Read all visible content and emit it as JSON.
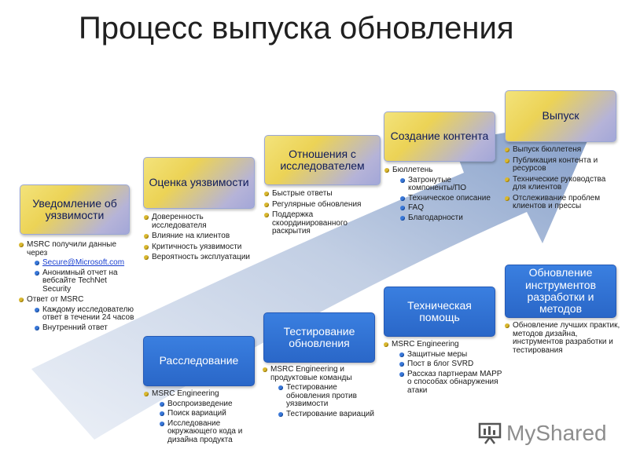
{
  "title": "Процесс выпуска обновления",
  "stages": {
    "notification": {
      "label": "Уведомление об уязвимости",
      "items": [
        {
          "text": "MSRC получили данные через",
          "sub": [
            "Secure@Microsoft.com",
            "Анонимный отчет на вебсайте TechNet Security"
          ]
        },
        {
          "text": "Ответ от MSRC",
          "sub": [
            "Каждому исследователю ответ в течении 24 часов",
            "Внутренний ответ"
          ]
        }
      ]
    },
    "assessment": {
      "label": "Оценка уязвимости",
      "items": [
        "Доверенность исследователя",
        "Влияние на клиентов",
        "Критичность уязвимости",
        "Вероятность эксплуатации"
      ]
    },
    "researcher": {
      "label": "Отношения с исследователем",
      "items": [
        "Быстрые ответы",
        "Регулярные обновления",
        "Поддержка скоординированного раскрытия"
      ]
    },
    "content": {
      "label": "Создание контента",
      "items": [
        {
          "text": "Бюллетень",
          "sub": [
            "Затронутые компоненты/ПО",
            "Техническое описание",
            "FAQ",
            "Благодарности"
          ]
        }
      ]
    },
    "release": {
      "label": "Выпуск",
      "items": [
        "Выпуск бюллетеня",
        "Публикация контента и ресурсов",
        "Технические руководства для клиентов",
        "Отслеживание проблем клиентов и прессы"
      ]
    },
    "investigation": {
      "label": "Расследование",
      "items": [
        {
          "text": "MSRC Engineering",
          "sub": [
            "Воспроизведение",
            "Поиск вариаций",
            "Исследование окружающего кода и дизайна продукта"
          ]
        }
      ]
    },
    "testing": {
      "label": "Тестирование обновления",
      "items": [
        {
          "text": "MSRC Engineering и продуктовые команды",
          "sub": [
            "Тестирование обновления против уязвимости",
            "Тестирование вариаций"
          ]
        }
      ]
    },
    "tech_help": {
      "label": "Техническая помощь",
      "items": [
        {
          "text": "MSRC Engineering",
          "sub": [
            "Защитные меры",
            "Пост в блог SVRD",
            "Рассказ партнерам MAPP о способах обнаружения атаки"
          ]
        }
      ]
    },
    "tools": {
      "label": "Обновление инструментов разработки и методов",
      "items": [
        "Обновление лучших практик, методов дизайна, инструментов разработки и тестирования"
      ]
    }
  },
  "logo": {
    "text": "MyShared",
    "icon": "presentation-board-icon"
  },
  "colors": {
    "accent_yellow": "#ecd356",
    "accent_blue": "#2a67c8",
    "arrow": "#5a7fb8"
  }
}
